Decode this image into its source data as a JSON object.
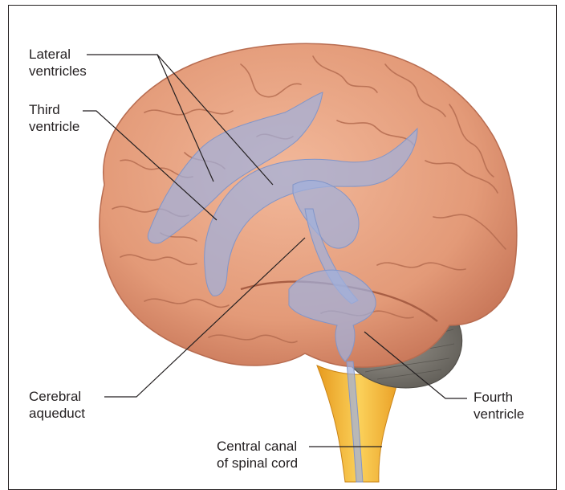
{
  "labels": {
    "lateral": [
      "Lateral",
      "ventricles"
    ],
    "third": [
      "Third",
      "ventricle"
    ],
    "aqueduct": [
      "Cerebral",
      "aqueduct"
    ],
    "fourth": [
      "Fourth",
      "ventricle"
    ],
    "central": [
      "Central canal",
      "of spinal cord"
    ]
  },
  "colors": {
    "brain": "#e8a07e",
    "brain_shadow": "#c97a5c",
    "ventricle": "#9fb0dc",
    "spinal_cord": "#f2b63a",
    "cerebellum": "#7c7870",
    "leader_line": "#231f20"
  }
}
